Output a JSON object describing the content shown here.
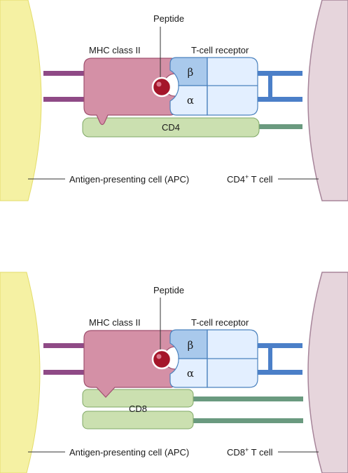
{
  "panel_top": {
    "peptide": "Peptide",
    "mhc": "MHC class II",
    "tcr": "T-cell receptor",
    "beta": "β",
    "alpha": "α",
    "coreceptor": "CD4",
    "apc": "Antigen-presenting cell (APC)",
    "tcell_prefix": "CD4",
    "tcell_sup": "+",
    "tcell_suffix": " T cell"
  },
  "panel_bottom": {
    "peptide": "Peptide",
    "mhc": "MHC class II",
    "tcr": "T-cell receptor",
    "beta": "β",
    "alpha": "α",
    "coreceptor": "CD8",
    "apc": "Antigen-presenting cell (APC)",
    "tcell_prefix": "CD8",
    "tcell_sup": "+",
    "tcell_suffix": " T cell"
  },
  "colors": {
    "apc_fill": "#f5f1a3",
    "apc_stroke": "#e3dc6a",
    "tcell_fill": "#e6d5dc",
    "tcell_stroke": "#a7859a",
    "mhc_fill": "#d490a6",
    "mhc_stroke": "#a0506f",
    "mhc_stalk": "#8f4a86",
    "peptide_fill": "#a4162a",
    "tcr_beta_fill": "#a9c9ec",
    "tcr_alpha_fill": "#e3efff",
    "tcr_stroke": "#4b82be",
    "tcr_stalk": "#4b7fc8",
    "coreceptor_fill": "#cbe0b0",
    "coreceptor_stroke": "#7fa866",
    "coreceptor_stalk": "#6a9a7f"
  }
}
